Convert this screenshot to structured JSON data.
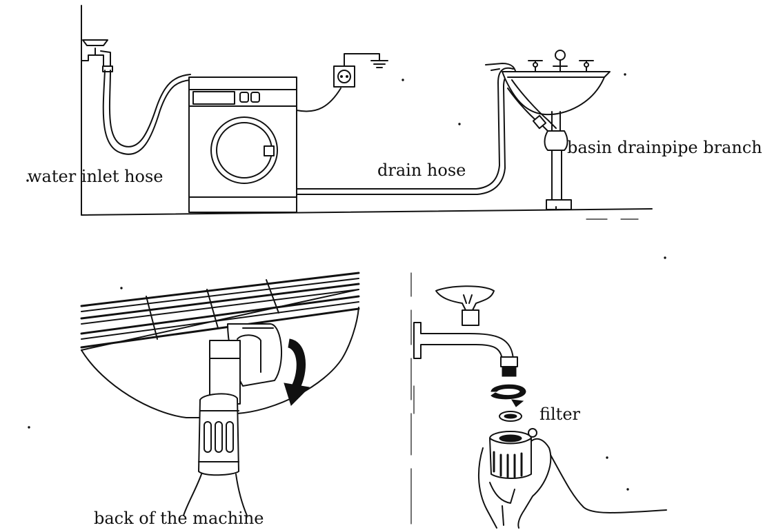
{
  "labels": {
    "water_inlet_hose": "water inlet hose",
    "drain_hose": "drain hose",
    "basin_drainpipe_branch": "basin drainpipe branch",
    "filter": "filter",
    "back_of_machine": "back of the machine"
  },
  "colors": {
    "ink": "#111111",
    "paper": "#ffffff"
  },
  "icons": {
    "earth_ground": "ground-symbol",
    "wall_socket": "power-outlet",
    "rotation_arrow": "curved-arrow"
  }
}
